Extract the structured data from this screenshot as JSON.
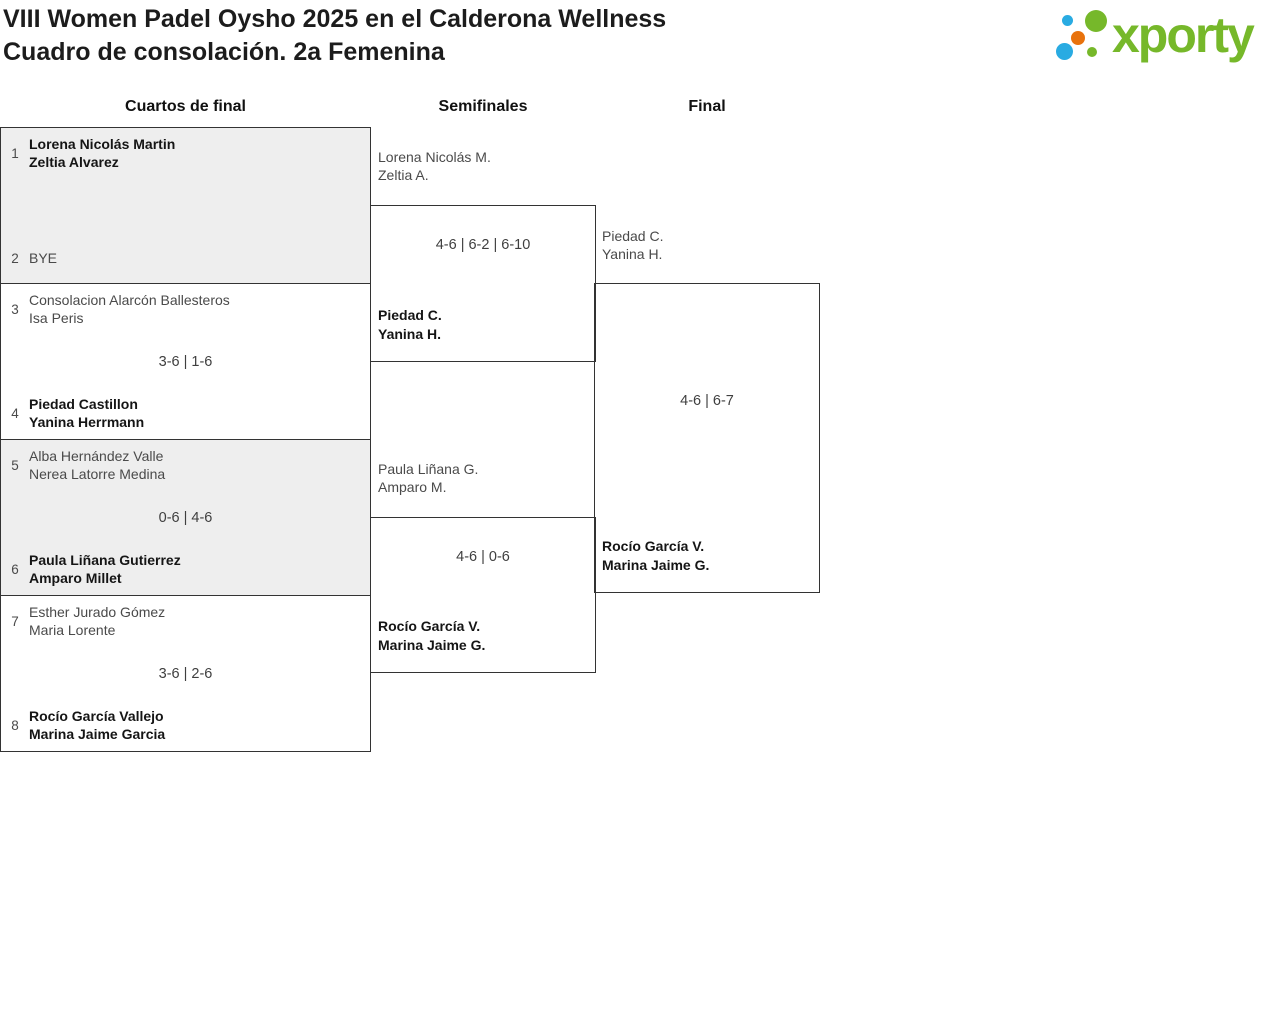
{
  "header": {
    "title_line1": "VIII Women Padel Oysho 2025 en el Calderona Wellness",
    "title_line2": "Cuadro de consolación. 2a Femenina",
    "logo_text": "xporty"
  },
  "colors": {
    "logo_green": "#76b82a",
    "logo_blue": "#29abe2",
    "logo_orange": "#e8720c",
    "box_border": "#333333",
    "shaded_box_bg": "#eeeeee"
  },
  "columns": {
    "quarterfinals_label": "Cuartos de final",
    "semifinals_label": "Semifinales",
    "final_label": "Final"
  },
  "bracket": {
    "quarterfinals": [
      {
        "team1": {
          "seed": "1",
          "line1": "Lorena Nicolás Martin",
          "line2": "Zeltia Alvarez",
          "winner": true
        },
        "team2": {
          "seed": "2",
          "line1": "BYE",
          "winner": false
        },
        "score": ""
      },
      {
        "team1": {
          "seed": "3",
          "line1": "Consolacion Alarcón Ballesteros",
          "line2": "Isa Peris",
          "winner": false
        },
        "team2": {
          "seed": "4",
          "line1": "Piedad Castillon",
          "line2": "Yanina Herrmann",
          "winner": true
        },
        "score": "3-6 | 1-6"
      },
      {
        "team1": {
          "seed": "5",
          "line1": "Alba Hernández Valle",
          "line2": "Nerea Latorre Medina",
          "winner": false
        },
        "team2": {
          "seed": "6",
          "line1": "Paula Liñana Gutierrez",
          "line2": "Amparo Millet",
          "winner": true
        },
        "score": "0-6 | 4-6"
      },
      {
        "team1": {
          "seed": "7",
          "line1": "Esther Jurado Gómez",
          "line2": "Maria Lorente",
          "winner": false
        },
        "team2": {
          "seed": "8",
          "line1": "Rocío García Vallejo",
          "line2": "Marina Jaime Garcia",
          "winner": true
        },
        "score": "3-6 | 2-6"
      }
    ],
    "semifinals": [
      {
        "team1": {
          "line1": "Lorena Nicolás M.",
          "line2": "Zeltia A.",
          "winner": false
        },
        "team2": {
          "line1": "Piedad C.",
          "line2": "Yanina H.",
          "winner": true
        },
        "score": "4-6 | 6-2 | 6-10"
      },
      {
        "team1": {
          "line1": "Paula Liñana G.",
          "line2": "Amparo M.",
          "winner": false
        },
        "team2": {
          "line1": "Rocío García V.",
          "line2": "Marina Jaime G.",
          "winner": true
        },
        "score": "4-6 | 0-6"
      }
    ],
    "final": {
      "team1": {
        "line1": "Piedad C.",
        "line2": "Yanina H.",
        "winner": false
      },
      "team2": {
        "line1": "Rocío García V.",
        "line2": "Marina Jaime G.",
        "winner": true
      },
      "score": "4-6 | 6-7"
    }
  }
}
